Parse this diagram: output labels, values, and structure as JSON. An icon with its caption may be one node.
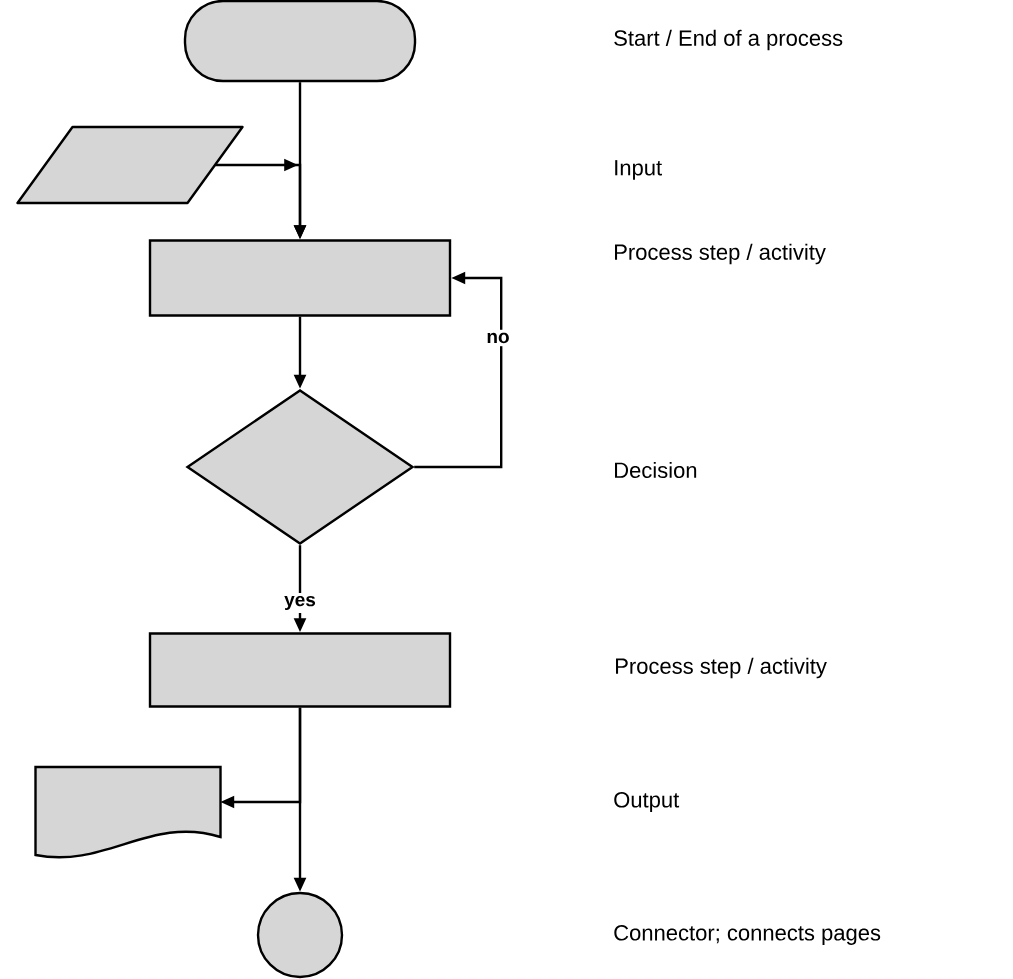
{
  "diagram": {
    "nodes": [
      {
        "text": [],
        "shape": "pill"
      },
      {
        "text": [],
        "shape": "parallelogram"
      },
      {
        "text": [],
        "shape": "box"
      },
      {
        "text": [],
        "shape": "diamond"
      },
      {
        "text": [],
        "shape": "box"
      },
      {
        "text": [],
        "shape": "document"
      },
      {
        "text": [],
        "shape": "circle"
      }
    ],
    "edges": [
      {
        "from": 0,
        "to": 2,
        "arrow": "to"
      },
      {
        "from": 1,
        "to": 2,
        "arrow": "to"
      },
      {
        "from": 2,
        "to": 3,
        "arrow": "to"
      },
      {
        "from": 3,
        "to": 2,
        "arrow": "to",
        "label": "no"
      },
      {
        "from": 3,
        "to": 4,
        "arrow": "to",
        "label": "yes"
      },
      {
        "from": 4,
        "to": 6,
        "arrow": "to"
      },
      {
        "from": 4,
        "to": 5,
        "arrow": "to"
      }
    ],
    "labels": [
      "Start / End of a process",
      "Input",
      "Process step / activity",
      "Decision",
      "Process step / activity",
      "Output",
      "Connector; connects pages"
    ]
  }
}
